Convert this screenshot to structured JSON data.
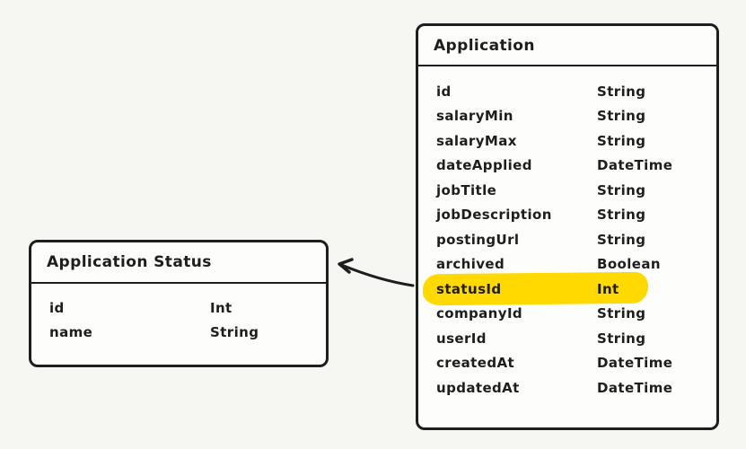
{
  "canvas": {
    "background_color": "#f6f6f3",
    "stroke_color": "#1e1e1e",
    "box_fill_color": "#fdfdfb",
    "highlight_color": "#ffd900"
  },
  "entities": [
    {
      "title": "Application Status",
      "fields": [
        {
          "name": "id",
          "type": "Int"
        },
        {
          "name": "name",
          "type": "String"
        }
      ]
    },
    {
      "title": "Application",
      "fields": [
        {
          "name": "id",
          "type": "String"
        },
        {
          "name": "salaryMin",
          "type": "String"
        },
        {
          "name": "salaryMax",
          "type": "String"
        },
        {
          "name": "dateApplied",
          "type": "DateTime"
        },
        {
          "name": "jobTitle",
          "type": "String"
        },
        {
          "name": "jobDescription",
          "type": "String"
        },
        {
          "name": "postingUrl",
          "type": "String"
        },
        {
          "name": "archived",
          "type": "Boolean"
        },
        {
          "name": "statusId",
          "type": "Int",
          "highlighted": true
        },
        {
          "name": "companyId",
          "type": "String"
        },
        {
          "name": "userId",
          "type": "String"
        },
        {
          "name": "createdAt",
          "type": "DateTime"
        },
        {
          "name": "updatedAt",
          "type": "DateTime"
        }
      ]
    }
  ],
  "relation": {
    "from": "Application.statusId",
    "to": "Application Status"
  }
}
